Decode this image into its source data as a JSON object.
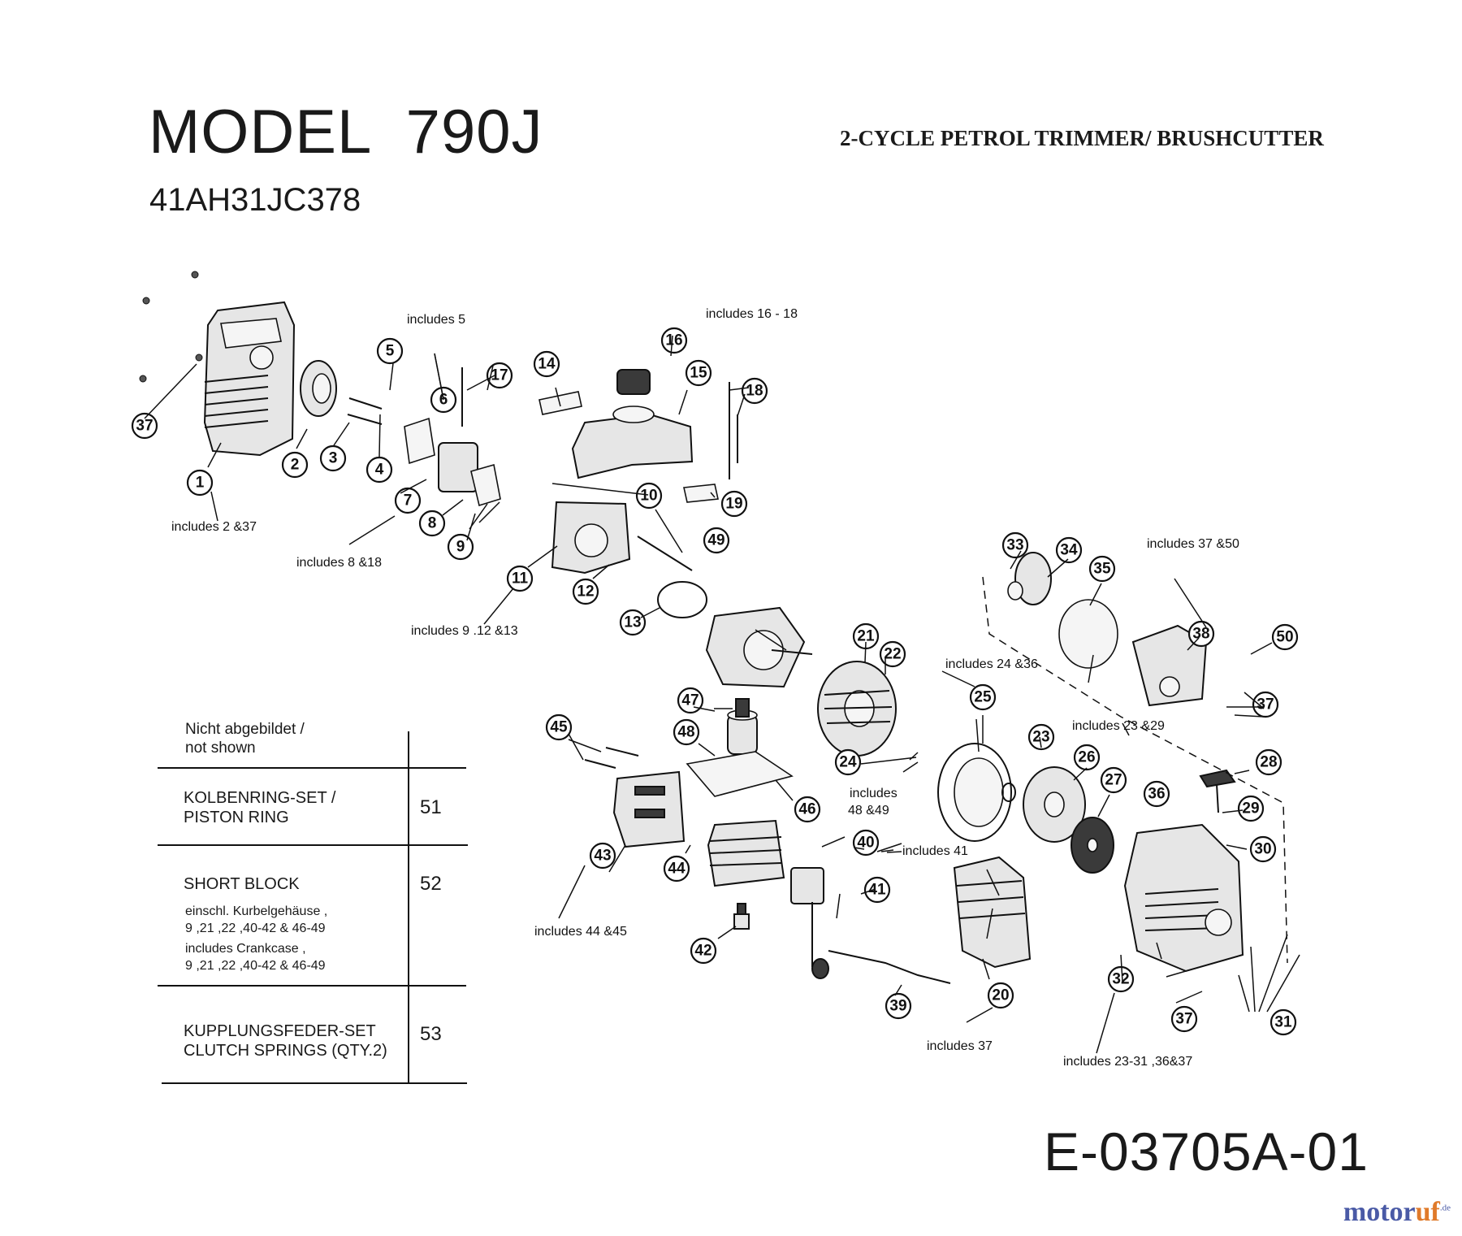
{
  "header": {
    "model_title": "MODEL  790J",
    "model_number": "41AH31JC378",
    "subtitle": "2-CYCLE PETROL TRIMMER/ BRUSHCUTTER"
  },
  "doc_code": "E-03705A-01",
  "watermark": {
    "brand_main": "motor",
    "brand_accent": "uf",
    "tld": ".de"
  },
  "callouts": [
    "1",
    "2",
    "3",
    "4",
    "5",
    "6",
    "7",
    "8",
    "9",
    "10",
    "11",
    "12",
    "13",
    "14",
    "15",
    "16",
    "17",
    "18",
    "19",
    "20",
    "21",
    "22",
    "23",
    "24",
    "25",
    "26",
    "27",
    "28",
    "29",
    "30",
    "31",
    "32",
    "33",
    "34",
    "35",
    "36",
    "37",
    "38",
    "39",
    "40",
    "41",
    "42",
    "43",
    "44",
    "45",
    "46",
    "47",
    "48",
    "49",
    "50"
  ],
  "notes": {
    "includes_5": "includes 5",
    "includes_16_18": "includes 16 - 18",
    "includes_2_37": "includes 2 &37",
    "includes_8_18": "includes 8 &18",
    "includes_9_12_13": "includes 9 .12 &13",
    "includes_37_50": "includes 37 &50",
    "includes_24_36": "includes 24 &36",
    "includes_23_29": "includes 23 &29",
    "includes_48_49_line1": "includes",
    "includes_48_49_line2": "48 &49",
    "includes_41": "includes 41",
    "includes_44_45": "includes 44 &45",
    "includes_37": "includes 37",
    "includes_23_31": "includes 23-31 ,36&37"
  },
  "not_shown_table": {
    "header_line1": "Nicht abgebildet /",
    "header_line2": "not shown",
    "rows": [
      {
        "label_line1": "KOLBENRING-SET /",
        "label_line2": "PISTON RING",
        "number": "51"
      },
      {
        "label_line1": "SHORT BLOCK",
        "sub1": "einschl. Kurbelgehäuse ,",
        "sub2": "9 ,21 ,22 ,40-42 & 46-49",
        "sub3": "includes Crankcase ,",
        "sub4": "9 ,21 ,22 ,40-42 & 46-49",
        "number": "52"
      },
      {
        "label_line1": "KUPPLUNGSFEDER-SET",
        "label_line2": "CLUTCH SPRINGS (QTY.2)",
        "number": "53"
      }
    ]
  }
}
